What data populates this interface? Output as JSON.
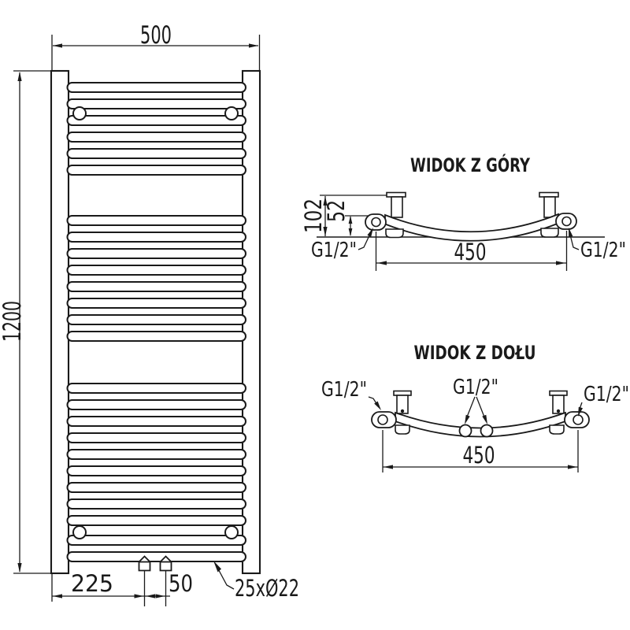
{
  "colors": {
    "line": "#1a1a1a",
    "background": "#ffffff"
  },
  "front_view": {
    "width_label": "500",
    "height_label": "1200",
    "offset_label": "225",
    "valve_spacing_label": "50",
    "tube_note": "25xØ22"
  },
  "top_view": {
    "title": "WIDOK Z GÓRY",
    "depth_label": "102",
    "tube_depth_label": "52",
    "span_label": "450",
    "thread_left": "G1/2\"",
    "thread_right": "G1/2\""
  },
  "bottom_view": {
    "title": "WIDOK Z DOŁU",
    "span_label": "450",
    "thread_left": "G1/2\"",
    "thread_center": "G1/2\"",
    "thread_right": "G1/2\""
  }
}
